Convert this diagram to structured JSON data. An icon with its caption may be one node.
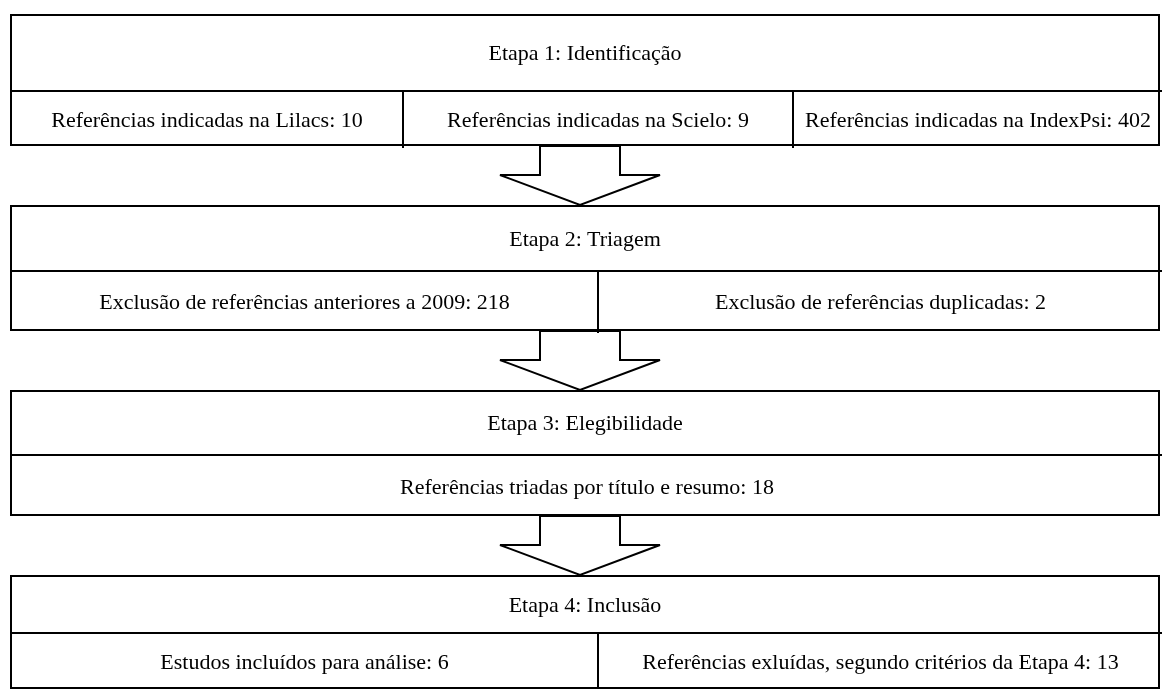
{
  "diagram": {
    "nodes": [
      {
        "text": [
          "Etapa 1: Identificação"
        ]
      },
      {
        "text": [
          "Referências indicadas na Lilacs: 10"
        ],
        "in": 0
      },
      {
        "text": [
          "Referências indicadas na Scielo: 9"
        ],
        "in": 0
      },
      {
        "text": [
          "Referências indicadas na IndexPsi: 402"
        ],
        "in": 0
      },
      {
        "text": [
          "Etapa 2: Triagem"
        ]
      },
      {
        "text": [
          "Exclusão de referências anteriores a 2009: 218"
        ],
        "in": 4
      },
      {
        "text": [
          "Exclusão de referências duplicadas: 2"
        ],
        "in": 4
      },
      {
        "text": [
          "Etapa 3: Elegibilidade"
        ]
      },
      {
        "text": [
          "Referências triadas por título e resumo: 18"
        ],
        "in": 7
      },
      {
        "text": [
          "Etapa 4: Inclusão"
        ]
      },
      {
        "text": [
          "Estudos incluídos para análise: 6"
        ],
        "in": 9
      },
      {
        "text": [
          "Referências exluídas, segundo critérios da Etapa 4: 13"
        ],
        "in": 9
      }
    ],
    "edges": [
      {
        "from": 0,
        "to": 4,
        "arrow": "to"
      },
      {
        "from": 4,
        "to": 7,
        "arrow": "to"
      },
      {
        "from": 7,
        "to": 9,
        "arrow": "to"
      }
    ]
  }
}
